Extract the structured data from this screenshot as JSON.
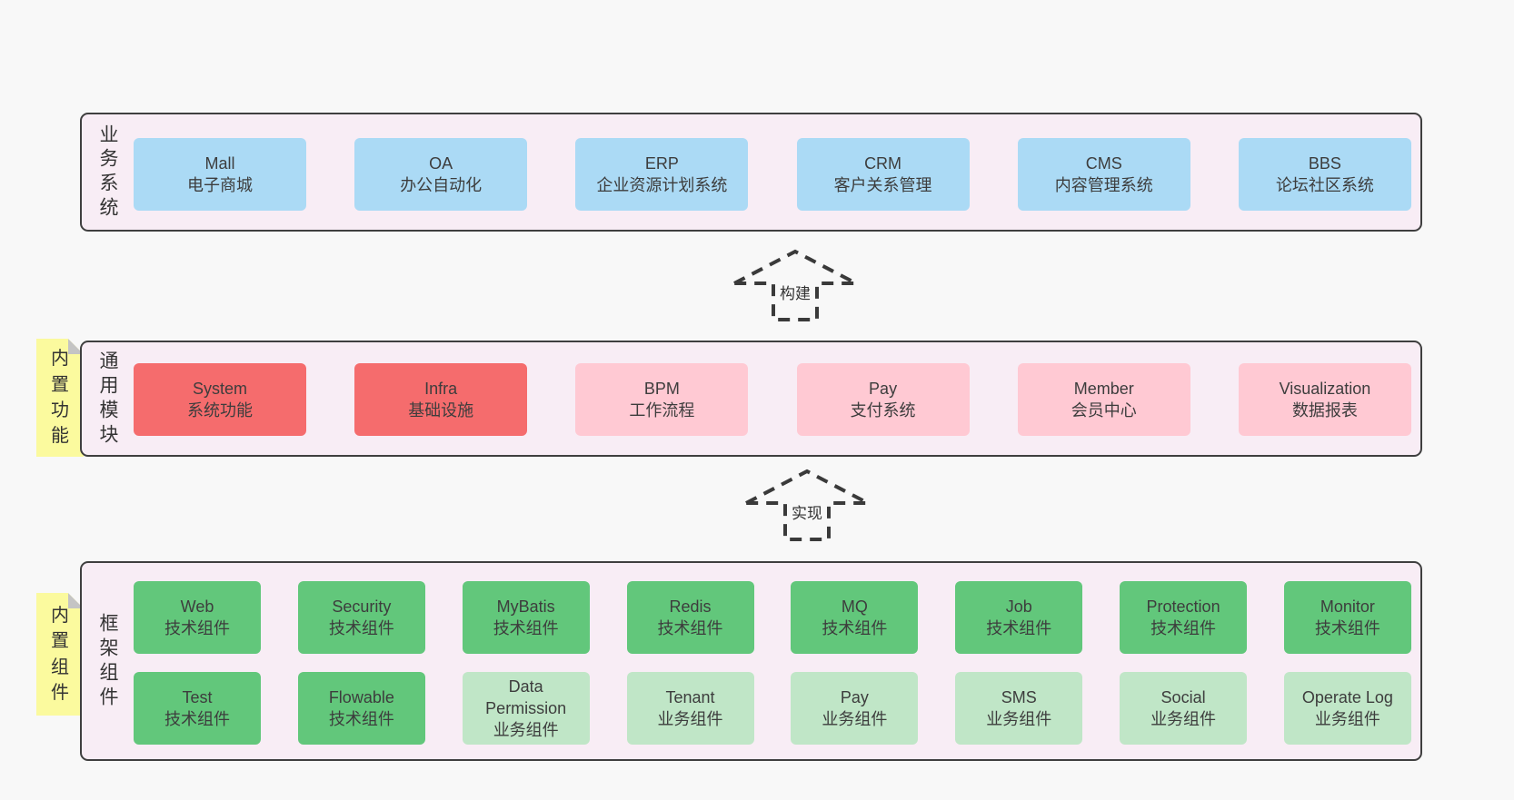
{
  "colors": {
    "page_bg": "#f8f8f8",
    "panel_bg": "#f8edf5",
    "panel_border": "#3f3f3f",
    "blue_box": "#abdaf5",
    "red_box": "#f56c6d",
    "pink_box": "#ffc9d3",
    "green_box": "#62c77b",
    "light_green_box": "#c0e6c7",
    "note_bg": "#fbfa9e",
    "note_fold": "#c4c4c4",
    "text": "#3d3d3d"
  },
  "arrows": [
    {
      "label": "构建"
    },
    {
      "label": "实现"
    }
  ],
  "sections": [
    {
      "label": "业\n务\n系\n统",
      "boxes": [
        {
          "title": "Mall",
          "subtitle": "电子商城"
        },
        {
          "title": "OA",
          "subtitle": "办公自动化"
        },
        {
          "title": "ERP",
          "subtitle": "企业资源计划系统"
        },
        {
          "title": "CRM",
          "subtitle": "客户关系管理"
        },
        {
          "title": "CMS",
          "subtitle": "内容管理系统"
        },
        {
          "title": "BBS",
          "subtitle": "论坛社区系统"
        }
      ]
    },
    {
      "note": "内\n置\n功\n能",
      "label": "通\n用\n模\n块",
      "boxes": [
        {
          "title": "System",
          "subtitle": "系统功能"
        },
        {
          "title": "Infra",
          "subtitle": "基础设施"
        },
        {
          "title": "BPM",
          "subtitle": "工作流程"
        },
        {
          "title": "Pay",
          "subtitle": "支付系统"
        },
        {
          "title": "Member",
          "subtitle": "会员中心"
        },
        {
          "title": "Visualization",
          "subtitle": "数据报表"
        }
      ]
    },
    {
      "note": "内\n置\n组\n件",
      "label": "框\n架\n组\n件",
      "rows": [
        [
          {
            "title": "Web",
            "subtitle": "技术组件"
          },
          {
            "title": "Security",
            "subtitle": "技术组件"
          },
          {
            "title": "MyBatis",
            "subtitle": "技术组件"
          },
          {
            "title": "Redis",
            "subtitle": "技术组件"
          },
          {
            "title": "MQ",
            "subtitle": "技术组件"
          },
          {
            "title": "Job",
            "subtitle": "技术组件"
          },
          {
            "title": "Protection",
            "subtitle": "技术组件"
          },
          {
            "title": "Monitor",
            "subtitle": "技术组件"
          }
        ],
        [
          {
            "title": "Test",
            "subtitle": "技术组件"
          },
          {
            "title": "Flowable",
            "subtitle": "技术组件"
          },
          {
            "title": "Data Permission",
            "subtitle": "业务组件"
          },
          {
            "title": "Tenant",
            "subtitle": "业务组件"
          },
          {
            "title": "Pay",
            "subtitle": "业务组件"
          },
          {
            "title": "SMS",
            "subtitle": "业务组件"
          },
          {
            "title": "Social",
            "subtitle": "业务组件"
          },
          {
            "title": "Operate Log",
            "subtitle": "业务组件"
          }
        ]
      ]
    }
  ]
}
